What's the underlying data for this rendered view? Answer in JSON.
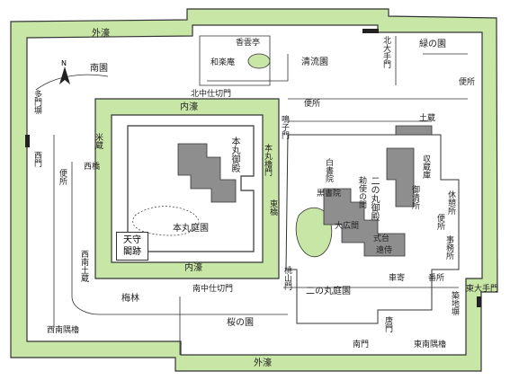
{
  "labels": {
    "outer_moat_top": "外濠",
    "outer_moat_bottom": "外濠",
    "inner_moat_top": "内濠",
    "inner_moat_bottom": "内濠",
    "minami_garden": "南園",
    "seiryu_garden": "清流園",
    "midori_garden": "緑の園",
    "sakura_garden": "桜の園",
    "bairin": "梅林",
    "honmaru_garden": "本丸庭園",
    "ninomaru_garden": "二の丸庭園",
    "honmaru_palace": "本丸御殿",
    "ninomaru_palace": "二の丸御殿",
    "tenshu_line1": "天守",
    "tenshu_line2": "閣跡",
    "kouuntei": "香雲亭",
    "wakuan": "和楽庵",
    "kita_ote_mon": "北大手門",
    "kita_nakashikiri_mon": "北中仕切門",
    "minami_nakashikiri_mon": "南中仕切門",
    "higashi_ote_mon": "東大手門",
    "higashi_minami_sumi_yagura": "東南隅櫓",
    "nishi_minami_sumi_yagura": "西南隅櫓",
    "minami_mon": "南門",
    "kara_mon": "唐門",
    "nishi_mon": "西門",
    "nishi_bashi": "西橋",
    "higashi_bashi": "東橋",
    "nishi_minami_dozo": "西南土蔵",
    "komedzo": "米蔵",
    "tamon": "多門塀",
    "honmaru_yaguramon": "本丸櫓門",
    "momoyama_mon": "桃山門",
    "nakagomon": "鳴子門",
    "dozo": "土蔵",
    "toilet_1": "便所",
    "toilet_2": "便所",
    "toilet_3": "便所",
    "toilet_4": "便所",
    "shuzosho": "収蔵庫",
    "goshinsho": "御清所",
    "kyukeisho": "休憩所",
    "jimusho": "事務所",
    "bansho": "番所",
    "shuchi": "築地塀",
    "tozamurai": "遠侍",
    "shikidai": "式台",
    "ohiroma": "大広間",
    "kuroshoin": "黒書院",
    "shiroshoin": "白書院",
    "chokushi": "勅使の間",
    "kurumayose": "車寄",
    "compass_n": "N"
  },
  "colors": {
    "moat": "#c8e6a6",
    "outline": "#333333",
    "building": "#8e8e8e"
  }
}
